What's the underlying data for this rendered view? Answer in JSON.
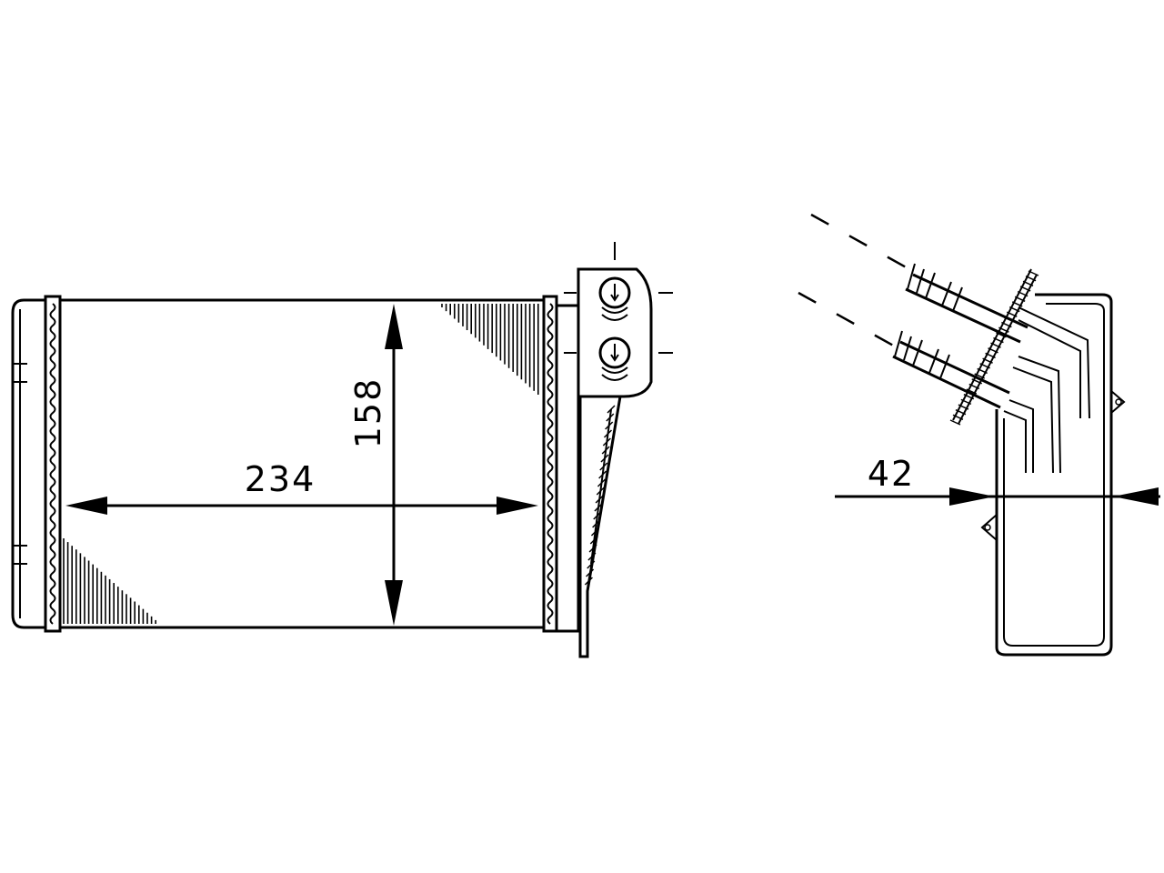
{
  "diagram": {
    "dimensions": {
      "width_label": "234",
      "height_label": "158",
      "depth_label": "42"
    },
    "colors": {
      "line": "#000000",
      "background": "#ffffff"
    }
  }
}
